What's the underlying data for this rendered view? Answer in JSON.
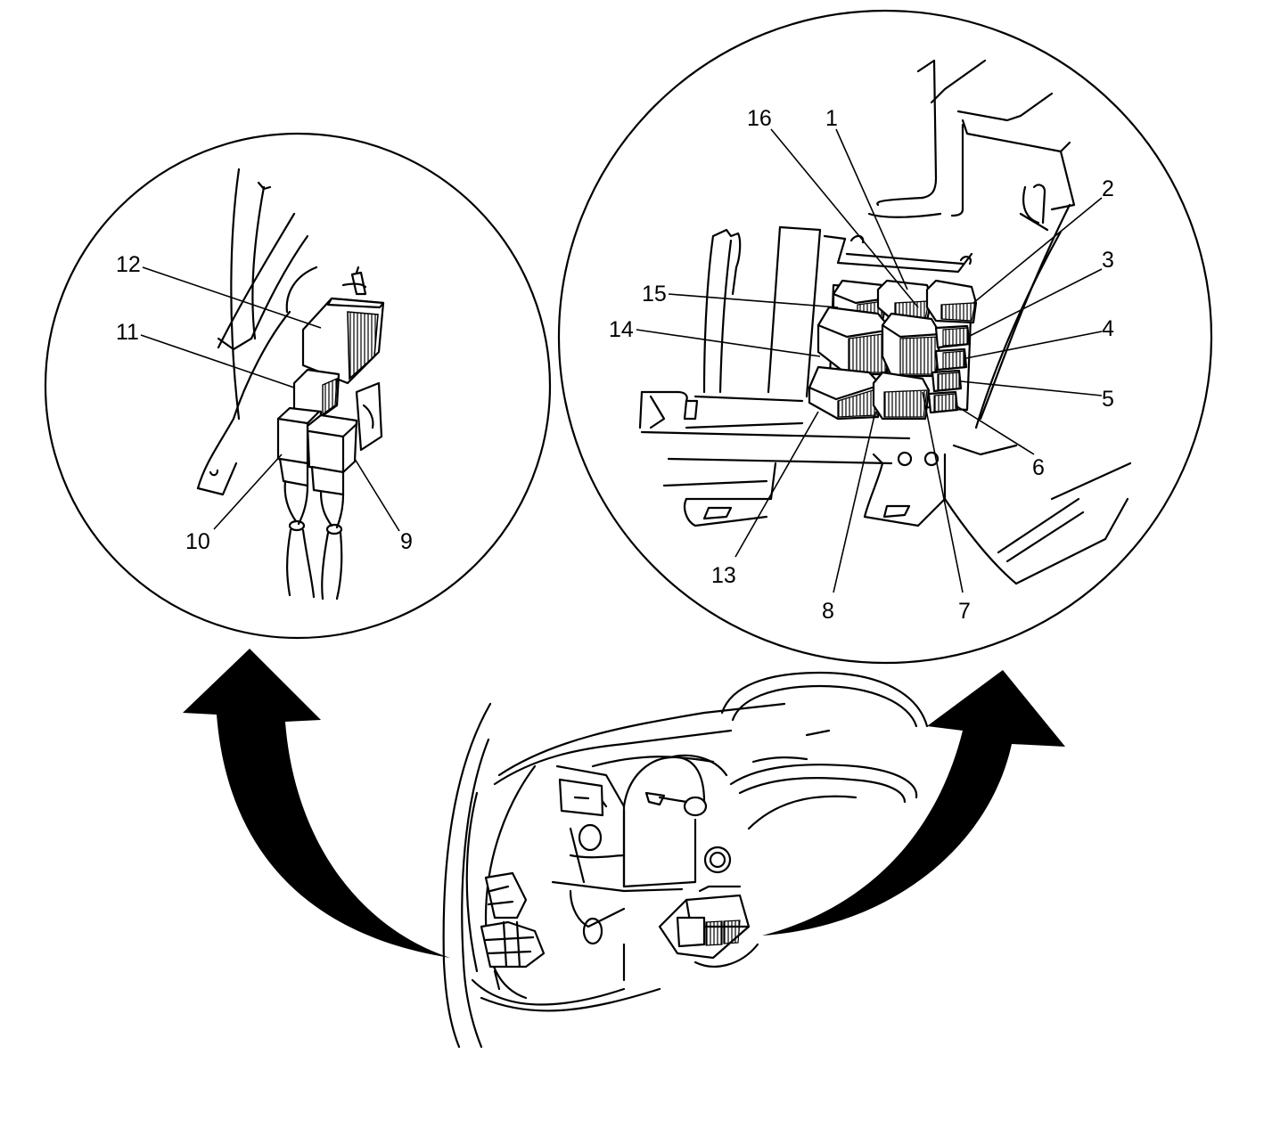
{
  "colors": {
    "ink": "#000000",
    "paper": "#ffffff"
  },
  "left_detail": {
    "callouts": [
      {
        "id": "12",
        "label": "12"
      },
      {
        "id": "11",
        "label": "11"
      },
      {
        "id": "10",
        "label": "10"
      },
      {
        "id": "9",
        "label": "9"
      }
    ]
  },
  "right_detail": {
    "callouts": [
      {
        "id": "16",
        "label": "16"
      },
      {
        "id": "1",
        "label": "1"
      },
      {
        "id": "2",
        "label": "2"
      },
      {
        "id": "3",
        "label": "3"
      },
      {
        "id": "4",
        "label": "4"
      },
      {
        "id": "5",
        "label": "5"
      },
      {
        "id": "6",
        "label": "6"
      },
      {
        "id": "7",
        "label": "7"
      },
      {
        "id": "8",
        "label": "8"
      },
      {
        "id": "13",
        "label": "13"
      },
      {
        "id": "14",
        "label": "14"
      },
      {
        "id": "15",
        "label": "15"
      }
    ]
  },
  "arrows": [
    {
      "id": "left-arrow",
      "icon": "curved-arrow-up-left-icon"
    },
    {
      "id": "right-arrow",
      "icon": "curved-arrow-up-right-icon"
    }
  ],
  "overview": {
    "icon": "dashboard-overview-icon"
  }
}
